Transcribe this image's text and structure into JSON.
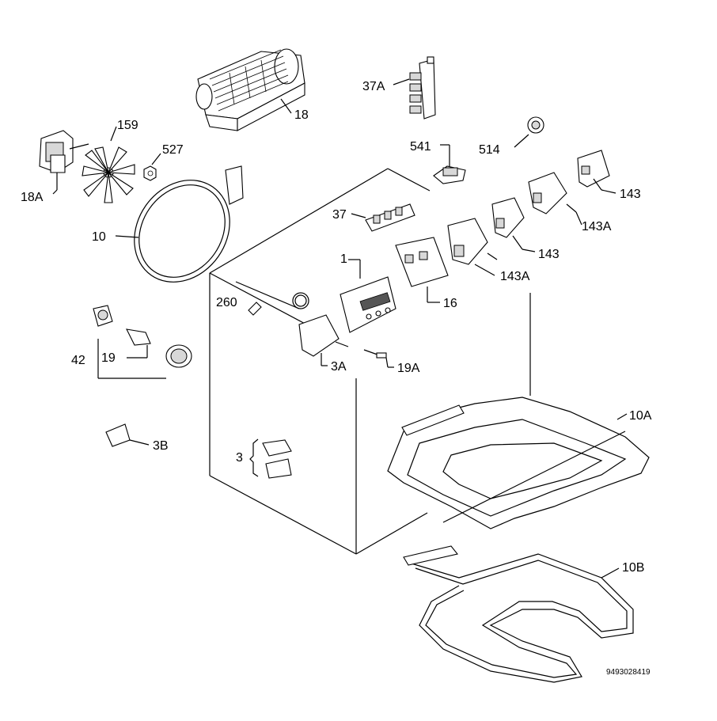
{
  "labels": {
    "p18": "18",
    "p37a": "37A",
    "p159": "159",
    "p527": "527",
    "p18a": "18A",
    "p541": "541",
    "p514": "514",
    "p143_top": "143",
    "p143a_top": "143A",
    "p37": "37",
    "p10": "10",
    "p143_mid": "143",
    "p1": "1",
    "p143a_mid": "143A",
    "p260": "260",
    "p16": "16",
    "p42": "42",
    "p19": "19",
    "p3a": "3A",
    "p19a": "19A",
    "p10a": "10A",
    "p3b": "3B",
    "p3": "3",
    "p10b": "10B"
  },
  "drawing_code": "9493028419"
}
